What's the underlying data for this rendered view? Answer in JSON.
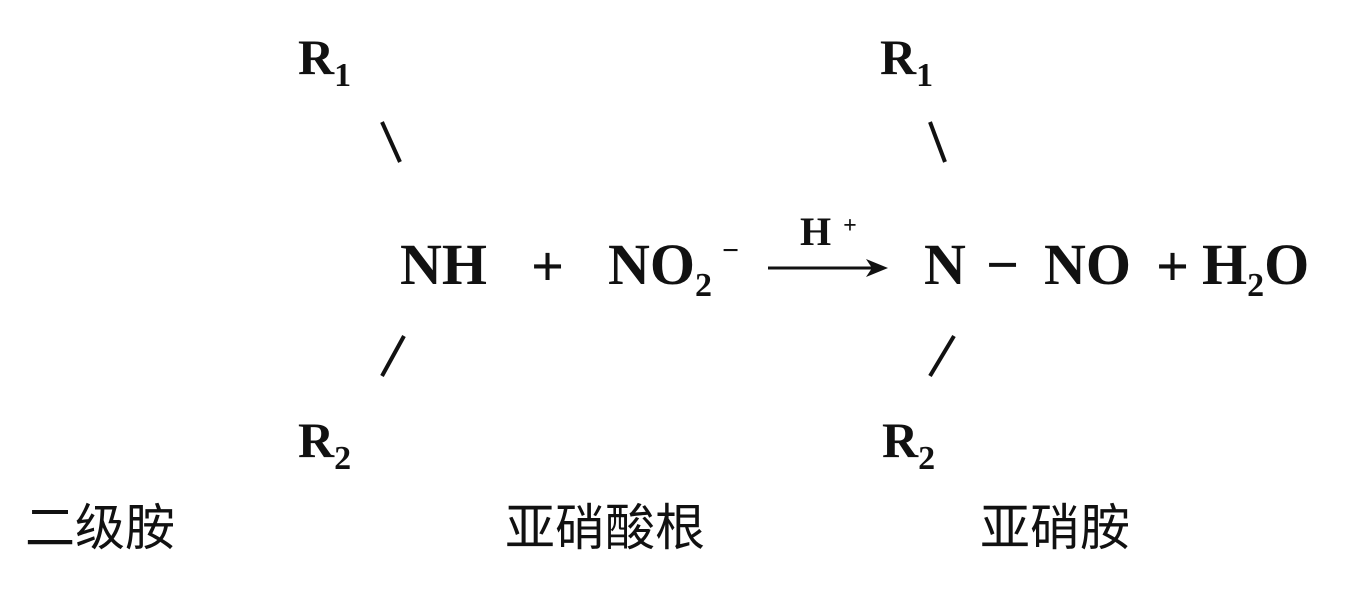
{
  "reactant_amine": {
    "r1": "R",
    "r1_sub": "1",
    "r2": "R",
    "r2_sub": "2",
    "core": "NH",
    "label": "二级胺"
  },
  "plus_1": "+",
  "reactant_nitrite": {
    "formula": "NO",
    "sub": "2",
    "charge": "−",
    "label": "亚硝酸根"
  },
  "arrow": {
    "condition": "H",
    "condition_sup": "+"
  },
  "product_nitrosamine": {
    "r1": "R",
    "r1_sub": "1",
    "r2": "R",
    "r2_sub": "2",
    "n": "N",
    "bond": "−",
    "no": "NO",
    "label": "亚硝胺"
  },
  "plus_2": "+",
  "product_water": {
    "h": "H",
    "sub": "2",
    "o": "O"
  }
}
